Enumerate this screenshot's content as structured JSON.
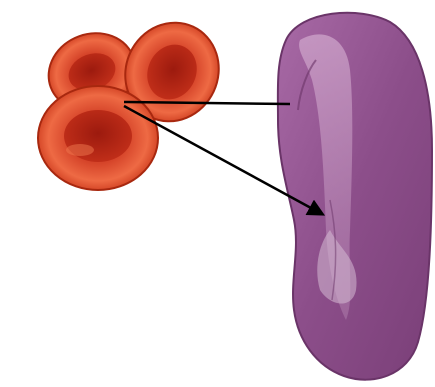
{
  "diagram": {
    "objects": [
      {
        "id": "red-blood-cells",
        "icon": "red-blood-cell-cluster-illustration",
        "count": 3
      },
      {
        "id": "spleen",
        "icon": "spleen-organ-illustration"
      }
    ],
    "connectors": [
      {
        "from": "red-blood-cells",
        "to": "spleen",
        "style": "line"
      },
      {
        "from": "red-blood-cells",
        "to": "spleen",
        "style": "arrow"
      }
    ],
    "colors": {
      "cell_outer": "#c83418",
      "cell_rim": "#e85a36",
      "cell_center": "#a51c10",
      "spleen_body": "#8c4e8a",
      "spleen_dark": "#6a3468",
      "spleen_light": "#c79bc4",
      "connector": "#000000"
    }
  }
}
